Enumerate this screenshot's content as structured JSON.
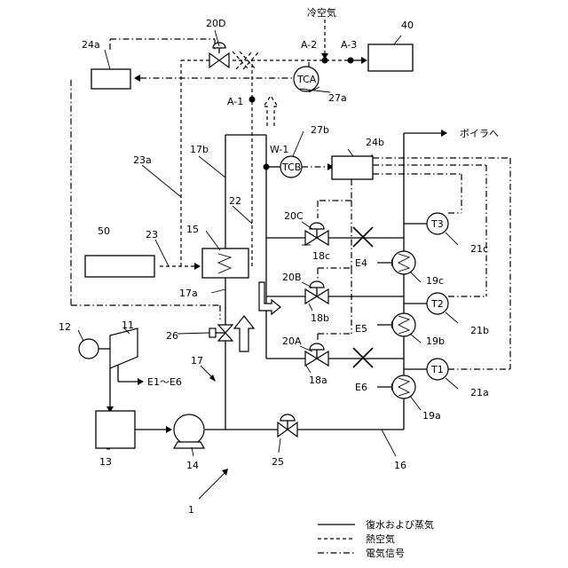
{
  "labels": {
    "system": "1",
    "generator": "12",
    "turbine": "11",
    "condenser": "13",
    "pump": "14",
    "heat_exchanger": "15",
    "flow_valve": "26",
    "line_17": "17",
    "line_17a": "17a",
    "line_17b": "17b",
    "line_16": "16",
    "valve_25": "25",
    "outputs": "E1～E6",
    "unit_50": "50",
    "line_23": "23",
    "line_23a": "23a",
    "line_22": "22",
    "controller_24a": "24a",
    "controller_24b": "24b",
    "valve_20d": "20D",
    "valve_20c": "20C",
    "valve_20b": "20B",
    "valve_20a": "20A",
    "branch_18c": "18c",
    "branch_18b": "18b",
    "branch_18a": "18a",
    "unit_40": "40",
    "point_a1": "A-1",
    "point_a2": "A-2",
    "point_a3": "A-3",
    "point_w1": "W-1",
    "sensor_27a_ref": "27a",
    "sensor_27b_ref": "27b",
    "sensor_tca": "TCA",
    "sensor_tcb": "TCB",
    "sensor_t1": "T1",
    "sensor_t2": "T2",
    "sensor_t3": "T3",
    "ref_21a": "21a",
    "ref_21b": "21b",
    "ref_21c": "21c",
    "heater_19a": "19a",
    "heater_19b": "19b",
    "heater_19c": "19c",
    "e4": "E4",
    "e5": "E5",
    "e6": "E6",
    "cold_air": "冷空気",
    "to_boiler": "ボイラへ"
  },
  "legend": {
    "solid": "復水および蒸気",
    "dashed": "熱空気",
    "dashdot": "電気信号"
  }
}
